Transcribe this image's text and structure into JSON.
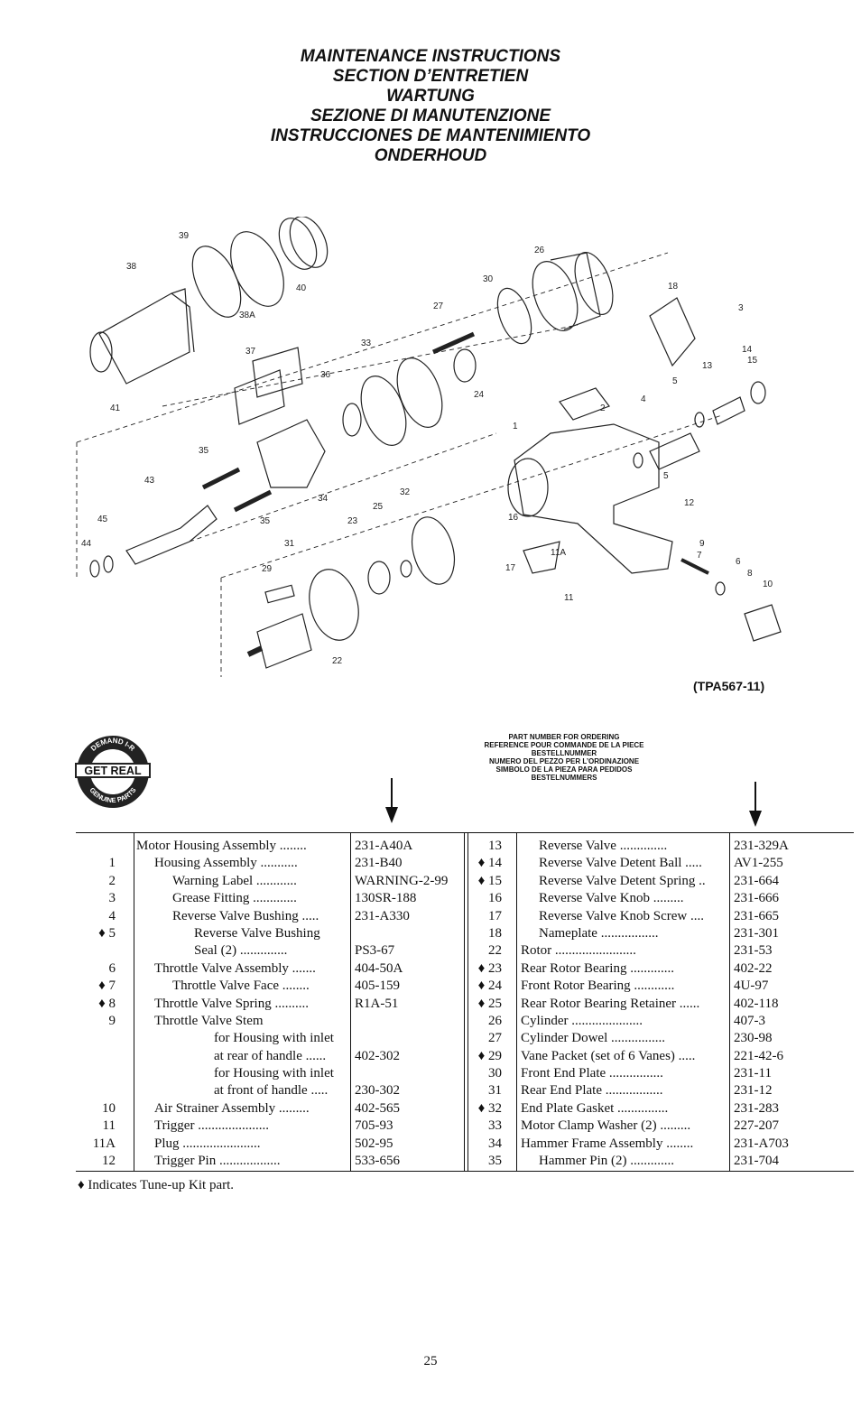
{
  "titles": [
    "MAINTENANCE INSTRUCTIONS",
    "SECTION D’ENTRETIEN",
    "WARTUNG",
    "SEZIONE DI MANUTENZIONE",
    "INSTRUCCIONES DE MANTENIMIENTO",
    "ONDERHOUD"
  ],
  "figure_id": "(TPA567-11)",
  "callouts": [
    "39",
    "38",
    "40",
    "38A",
    "26",
    "30",
    "27",
    "18",
    "3",
    "14",
    "15",
    "13",
    "37",
    "33",
    "36",
    "24",
    "2",
    "5",
    "4",
    "41",
    "35",
    "34",
    "1",
    "5",
    "43",
    "25",
    "32",
    "12",
    "23",
    "16",
    "45",
    "44",
    "31",
    "17",
    "11A",
    "9",
    "7",
    "6",
    "8",
    "29",
    "35",
    "11",
    "10",
    "22"
  ],
  "badge": {
    "top": "DEMAND I-R",
    "middle": "GET REAL",
    "bottom": "GENUINE PARTS"
  },
  "pn_header": [
    "PART NUMBER FOR ORDERING",
    "REFERENCE POUR COMMANDE DE LA PIECE",
    "BESTELLNUMMER",
    "NUMERO DEL PEZZO PER L’ORDINAZIONE",
    "SIMBOLO DE LA PIEZA PARA PEDIDOS",
    "BESTELNUMMERS"
  ],
  "left_rows": [
    {
      "num": "",
      "desc": "Motor Housing Assembly ........",
      "pn": "231-A40A",
      "indent": 0
    },
    {
      "num": "1",
      "desc": "Housing Assembly ...........",
      "pn": "231-B40",
      "indent": 1
    },
    {
      "num": "2",
      "desc": "Warning Label ............",
      "pn": "WARNING-2-99",
      "indent": 2
    },
    {
      "num": "3",
      "desc": "Grease Fitting .............",
      "pn": "130SR-188",
      "indent": 2
    },
    {
      "num": "4",
      "desc": "Reverse Valve Bushing .....",
      "pn": "231-A330",
      "indent": 2
    },
    {
      "num": "♦ 5",
      "desc": "Reverse Valve Bushing",
      "pn": "",
      "indent": 3
    },
    {
      "num": "",
      "desc": "Seal (2) ..............",
      "pn": "PS3-67",
      "indent": 3
    },
    {
      "num": "6",
      "desc": "Throttle Valve Assembly .......",
      "pn": "404-50A",
      "indent": 1
    },
    {
      "num": "♦ 7",
      "desc": "Throttle Valve Face ........",
      "pn": "405-159",
      "indent": 2
    },
    {
      "num": "♦ 8",
      "desc": "Throttle Valve Spring ..........",
      "pn": "R1A-51",
      "indent": 1
    },
    {
      "num": "9",
      "desc": "Throttle Valve Stem",
      "pn": "",
      "indent": 1
    },
    {
      "num": "",
      "desc": "for Housing with inlet",
      "pn": "",
      "indent": 4
    },
    {
      "num": "",
      "desc": "at rear of handle ......",
      "pn": "402-302",
      "indent": 4
    },
    {
      "num": "",
      "desc": "for Housing with inlet",
      "pn": "",
      "indent": 4
    },
    {
      "num": "",
      "desc": "at front of handle .....",
      "pn": "230-302",
      "indent": 4
    },
    {
      "num": "10",
      "desc": "Air Strainer Assembly .........",
      "pn": "402-565",
      "indent": 1
    },
    {
      "num": "11",
      "desc": "Trigger .....................",
      "pn": "705-93",
      "indent": 1
    },
    {
      "num": "11A",
      "desc": "Plug .......................",
      "pn": "502-95",
      "indent": 1
    },
    {
      "num": "12",
      "desc": "Trigger Pin ..................",
      "pn": "533-656",
      "indent": 1
    }
  ],
  "right_rows": [
    {
      "num": "13",
      "desc": "Reverse Valve ..............",
      "pn": "231-329A",
      "indent": 1
    },
    {
      "num": "♦ 14",
      "desc": "Reverse Valve Detent Ball .....",
      "pn": "AV1-255",
      "indent": 1
    },
    {
      "num": "♦ 15",
      "desc": "Reverse Valve Detent Spring ..",
      "pn": "231-664",
      "indent": 1
    },
    {
      "num": "16",
      "desc": "Reverse Valve Knob .........",
      "pn": "231-666",
      "indent": 1
    },
    {
      "num": "17",
      "desc": "Reverse Valve Knob Screw ....",
      "pn": "231-665",
      "indent": 1
    },
    {
      "num": "18",
      "desc": "Nameplate .................",
      "pn": "231-301",
      "indent": 1
    },
    {
      "num": "22",
      "desc": "Rotor ........................",
      "pn": "231-53",
      "indent": 0
    },
    {
      "num": "♦ 23",
      "desc": "Rear Rotor Bearing .............",
      "pn": "402-22",
      "indent": 0
    },
    {
      "num": "♦ 24",
      "desc": "Front Rotor Bearing ............",
      "pn": "4U-97",
      "indent": 0
    },
    {
      "num": "♦ 25",
      "desc": "Rear Rotor Bearing Retainer ......",
      "pn": "402-118",
      "indent": 0
    },
    {
      "num": "26",
      "desc": "Cylinder .....................",
      "pn": "407-3",
      "indent": 0
    },
    {
      "num": "27",
      "desc": "Cylinder Dowel ................",
      "pn": "230-98",
      "indent": 0
    },
    {
      "num": "♦ 29",
      "desc": "Vane Packet (set of 6 Vanes) .....",
      "pn": "221-42-6",
      "indent": 0
    },
    {
      "num": "30",
      "desc": "Front End Plate ................",
      "pn": "231-11",
      "indent": 0
    },
    {
      "num": "31",
      "desc": "Rear End Plate .................",
      "pn": "231-12",
      "indent": 0
    },
    {
      "num": "♦ 32",
      "desc": "End Plate Gasket ...............",
      "pn": "231-283",
      "indent": 0
    },
    {
      "num": "33",
      "desc": "Motor Clamp Washer (2) .........",
      "pn": "227-207",
      "indent": 0
    },
    {
      "num": "34",
      "desc": "Hammer Frame Assembly ........",
      "pn": "231-A703",
      "indent": 0
    },
    {
      "num": "35",
      "desc": "Hammer Pin (2) .............",
      "pn": "231-704",
      "indent": 1
    }
  ],
  "footnote": "♦   Indicates Tune-up Kit part.",
  "page_number": "25"
}
